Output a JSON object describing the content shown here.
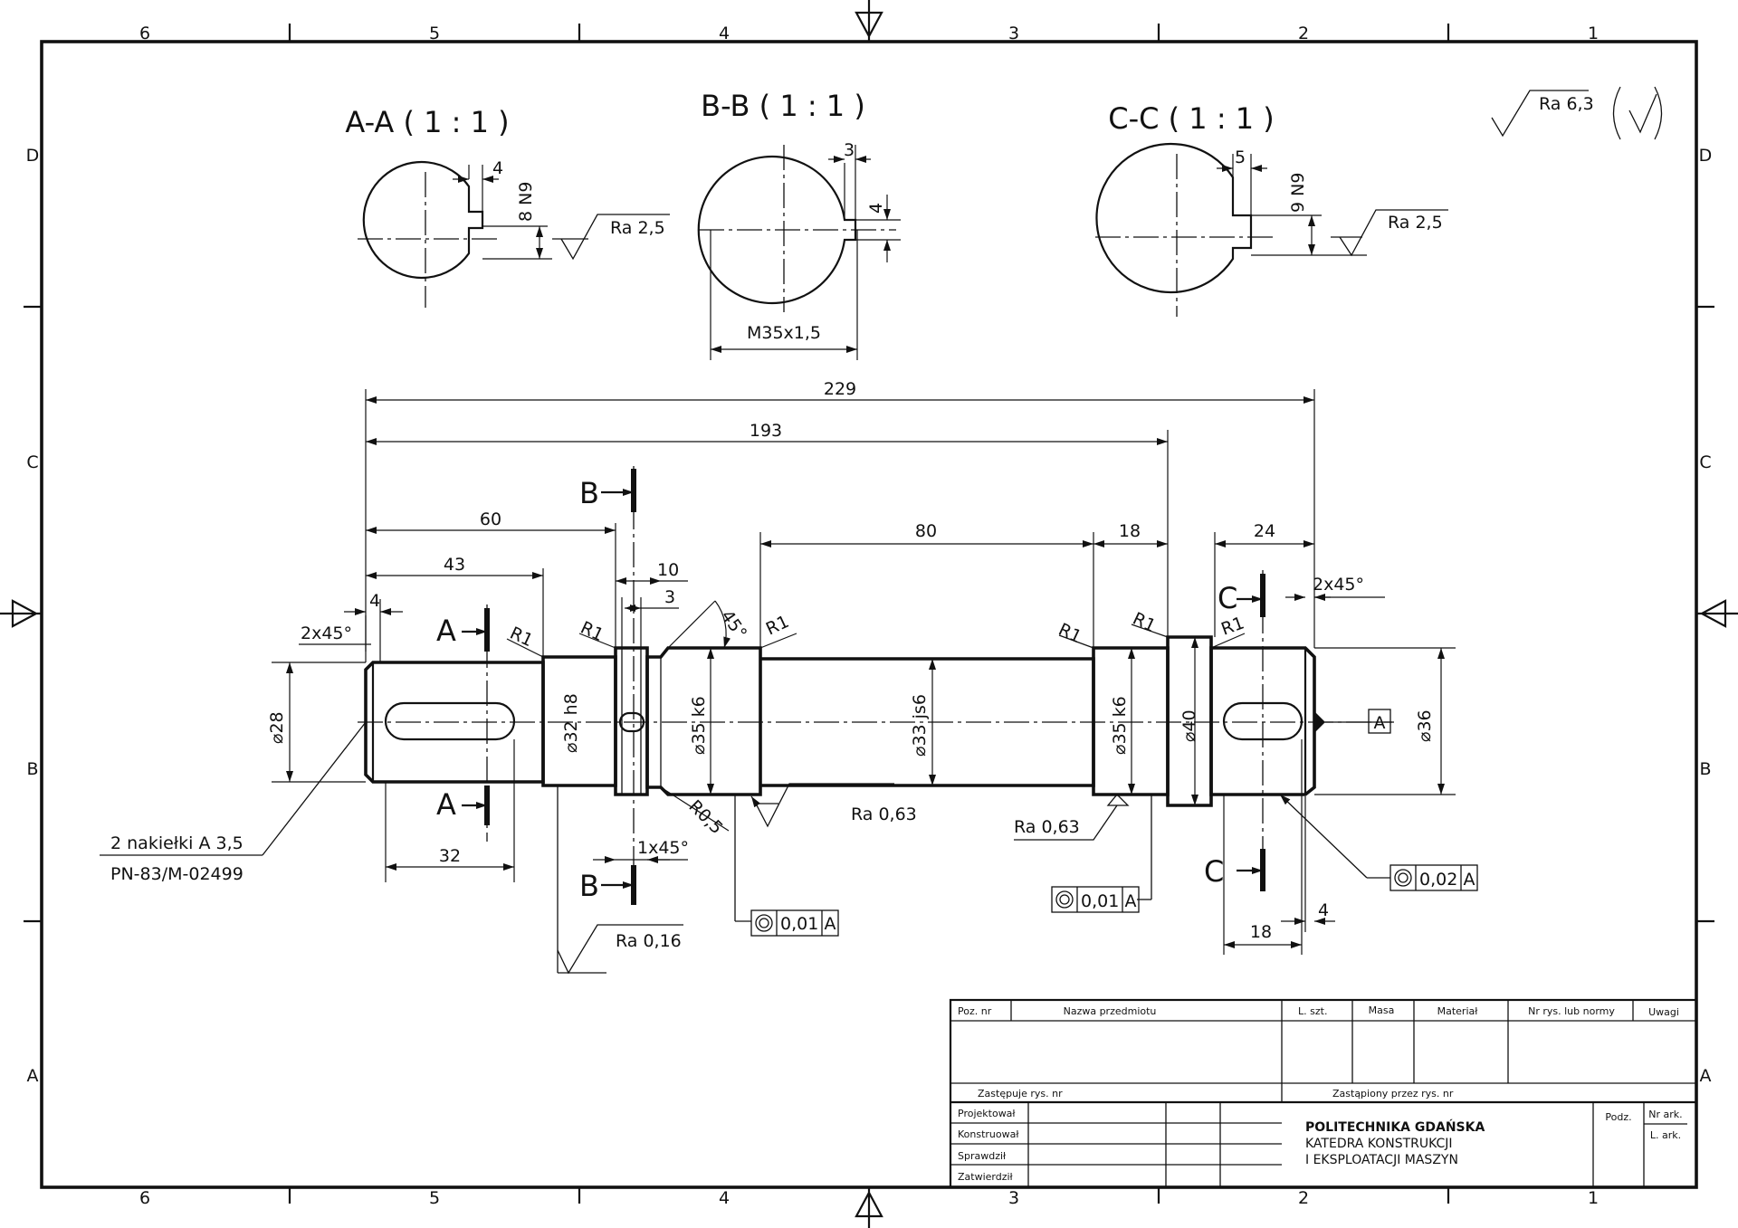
{
  "grid": {
    "columns": [
      "6",
      "5",
      "4",
      "3",
      "2",
      "1"
    ],
    "rows": [
      "D",
      "C",
      "B",
      "A"
    ]
  },
  "surface_general": "Ra 6,3",
  "sections": {
    "aa": {
      "title": "A-A ( 1 : 1 )",
      "key_width": "4",
      "key_depth": "8 N9",
      "roughness": "Ra 2,5"
    },
    "bb": {
      "title": "B-B ( 1 : 1 )",
      "slot_width": "3",
      "slot_depth": "4",
      "thread": "M35x1,5"
    },
    "cc": {
      "title": "C-C ( 1 : 1 )",
      "key_width": "5",
      "key_depth": "9 N9",
      "roughness": "Ra 2,5"
    }
  },
  "shaft": {
    "lengths": {
      "overall": "229",
      "d193": "193",
      "d60": "60",
      "d43": "43",
      "d80": "80",
      "d18": "18",
      "d24": "24",
      "d10": "10",
      "d3": "3",
      "d4_left": "4",
      "d32": "32",
      "d18_bottom": "18",
      "d4_bottom": "4"
    },
    "chamfers": {
      "left": "2x45°",
      "right": "2x45°",
      "groove": "1x45°",
      "angle": "45°"
    },
    "radii": {
      "r1": "R1",
      "r05": "R0,5"
    },
    "diameters": {
      "d28": "⌀28",
      "d32": "⌀32 h8",
      "d35a": "⌀35 k6",
      "d33": "⌀33 js6",
      "d35b": "⌀35 k6",
      "d40": "⌀40",
      "d36": "⌀36"
    },
    "section_marks": {
      "a": "A",
      "b": "B",
      "c": "C"
    },
    "datum": "A",
    "roughness": {
      "ra063_a": "Ra 0,63",
      "ra063_b": "Ra 0,63",
      "ra016": "Ra 0,16"
    },
    "tolerances": {
      "t1": {
        "value": "0,01",
        "datum": "A"
      },
      "t2": {
        "value": "0,01",
        "datum": "A"
      },
      "t3": {
        "value": "0,02",
        "datum": "A"
      }
    },
    "note": {
      "line1": "2 nakiełki A 3,5",
      "line2": "PN-83/M-02499"
    }
  },
  "title_block": {
    "headers": {
      "poz": "Poz. nr",
      "nazwa": "Nazwa przedmiotu",
      "lszt": "L. szt.",
      "masa": "Masa",
      "material": "Materiał",
      "norm": "Nr rys. lub normy",
      "uwagi": "Uwagi"
    },
    "zastepuje": "Zastępuje rys. nr",
    "zastapiony": "Zastąpiony przez rys. nr",
    "roles": [
      "Projektował",
      "Konstruował",
      "Sprawdził",
      "Zatwierdził"
    ],
    "institution": "POLITECHNIKA GDAŃSKA",
    "department1": "KATEDRA KONSTRUKCJI",
    "department2": "I EKSPLOATACJI MASZYN",
    "podz": "Podz.",
    "nr_ark": "Nr ark.",
    "l_ark": "L. ark."
  }
}
